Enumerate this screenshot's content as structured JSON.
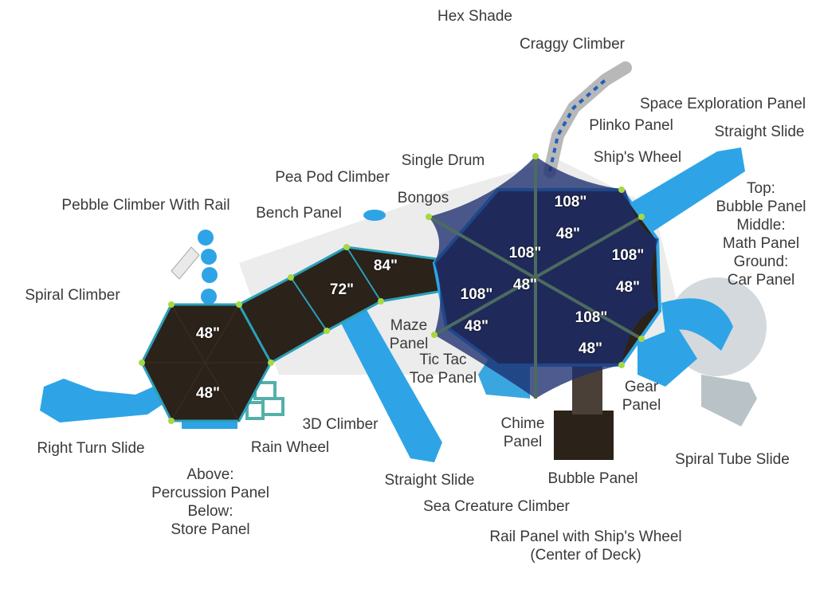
{
  "labels": {
    "hex_shade": "Hex Shade",
    "craggy_climber": "Craggy Climber",
    "space_exploration_panel": "Space Exploration Panel",
    "plinko_panel": "Plinko Panel",
    "straight_slide_top": "Straight Slide",
    "ships_wheel": "Ship's Wheel",
    "single_drum": "Single Drum",
    "pea_pod_climber": "Pea Pod Climber",
    "bongos": "Bongos",
    "bench_panel": "Bench Panel",
    "pebble_climber": "Pebble Climber With Rail",
    "spiral_climber": "Spiral Climber",
    "right_panels": [
      "Top:",
      "Bubble Panel",
      "Middle:",
      "Math Panel",
      "Ground:",
      "Car Panel"
    ],
    "maze_panel": [
      "Maze",
      "Panel"
    ],
    "tic_tac_toe": [
      "Tic Tac",
      "Toe Panel"
    ],
    "gear_panel": [
      "Gear",
      "Panel"
    ],
    "chime_panel": [
      "Chime",
      "Panel"
    ],
    "climber_3d": "3D Climber",
    "rain_wheel": "Rain Wheel",
    "right_turn_slide": "Right Turn Slide",
    "percussion_store": [
      "Above:",
      "Percussion Panel",
      "Below:",
      "Store Panel"
    ],
    "straight_slide_bottom": "Straight Slide",
    "bubble_panel": "Bubble Panel",
    "spiral_tube_slide": "Spiral Tube Slide",
    "sea_creature_climber": "Sea Creature Climber",
    "rail_panel": [
      "Rail Panel with Ship's Wheel",
      "(Center of Deck)"
    ]
  },
  "deck_heights": {
    "left_top": "48\"",
    "left_bottom": "48\"",
    "ramp_mid": "72\"",
    "ramp_top": "84\"",
    "h1": "108\"",
    "h2": "48\"",
    "h3": "108\"",
    "h4": "108\"",
    "h5": "48\"",
    "h6": "48\"",
    "h7": "108\"",
    "h8": "48\"",
    "h9": "108\"",
    "h10": "48\""
  },
  "colors": {
    "deck": "#2b2219",
    "slide": "#2ea4e6",
    "shade": "#1c2d6e"
  }
}
